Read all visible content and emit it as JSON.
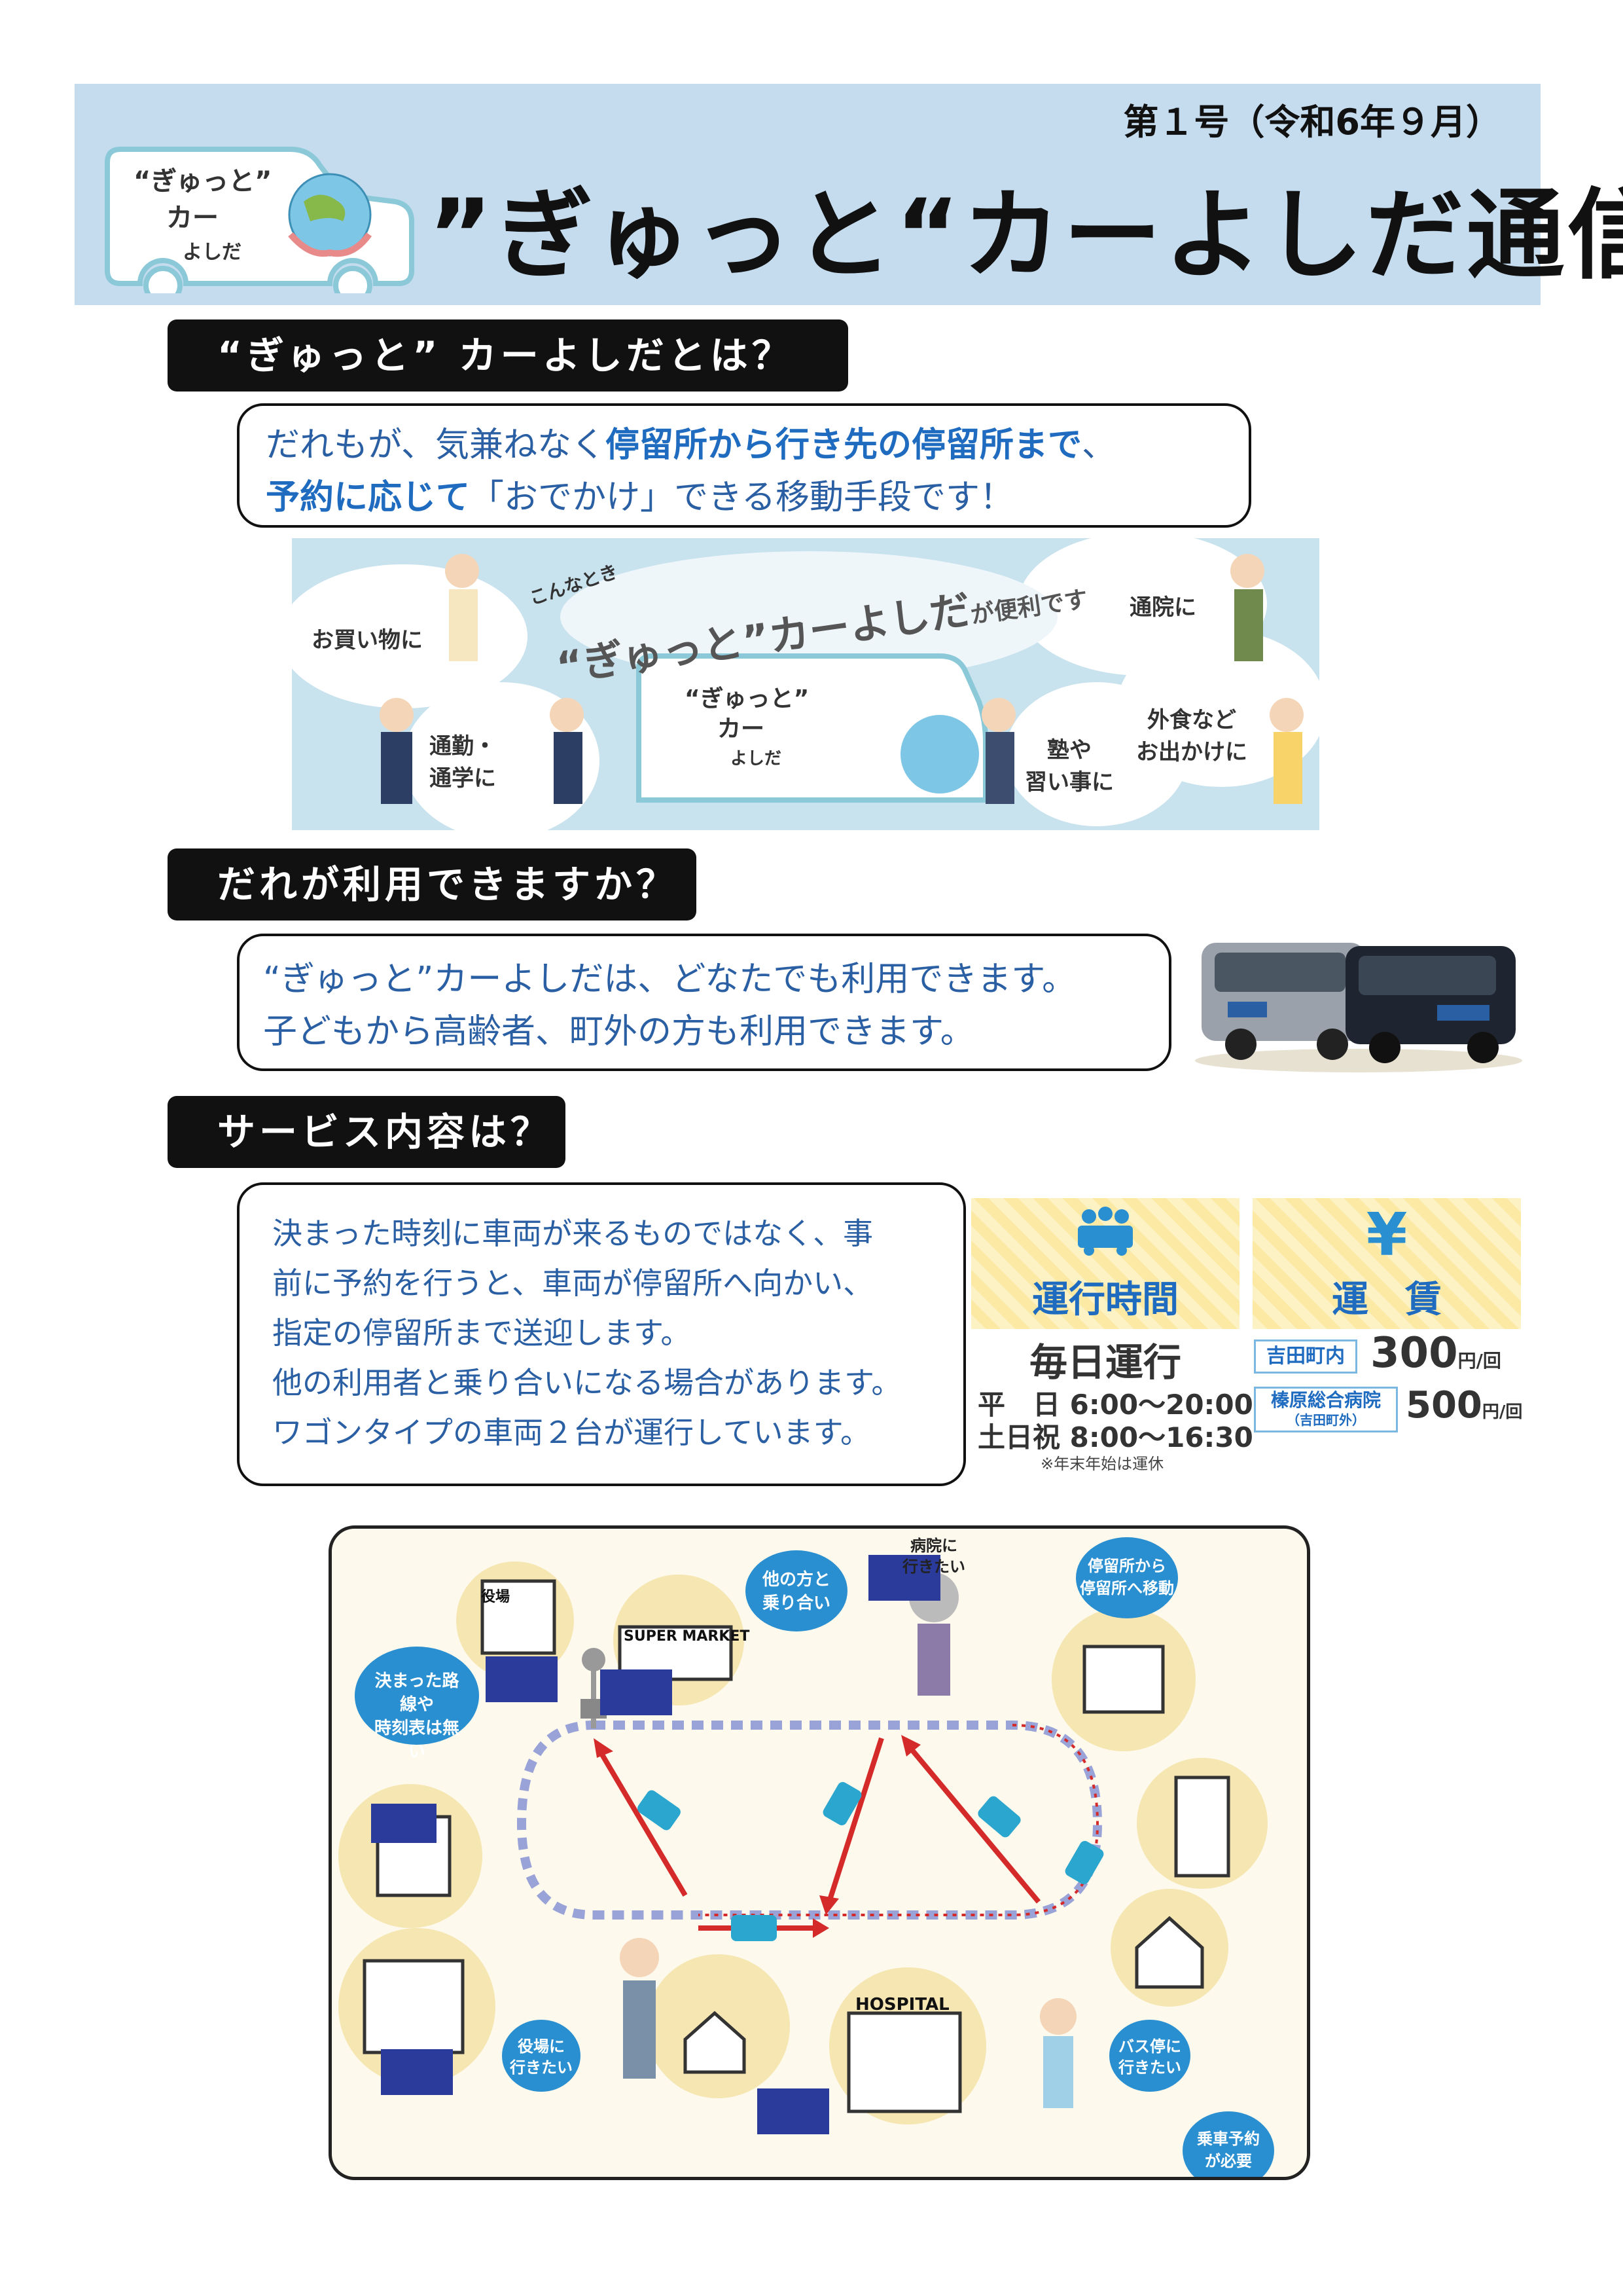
{
  "header": {
    "issue": "第１号（令和6年９月）",
    "title": "”ぎゅっと“カーよしだ通信",
    "logo": {
      "line1": "“ぎゅっと”",
      "line2": "カー",
      "line3": "よしだ"
    }
  },
  "section1": {
    "heading": "“ぎゅっと” カーよしだとは？",
    "line1_a": "だれもが、気兼ねなく",
    "line1_b": "停留所から行き先の停留所まで",
    "line1_c": "、",
    "line2_a": "予約に応じて",
    "line2_b": "「おでかけ」できる移動手段です！"
  },
  "banner": {
    "shopping": "お買い物に",
    "commute": "通勤・\n通学に",
    "konna": "こんなとき",
    "slogan_main": "“ぎゅっと”カーよしだ",
    "slogan_suffix": "が便利です",
    "hospital": "通院に",
    "juku": "塾や\n習い事に",
    "dining": "外食など\nお出かけに"
  },
  "section2": {
    "heading": "だれが利用できますか？",
    "line1": "“ぎゅっと”カーよしだは、どなたでも利用できます。",
    "line2": "子どもから高齢者、町外の方も利用できます。"
  },
  "section3": {
    "heading": "サービス内容は？",
    "lines": [
      "決まった時刻に車両が来るものではなく、事",
      "前に予約を行うと、車両が停留所へ向かい、",
      "指定の停留所まで送迎します。",
      "他の利用者と乗り合いになる場合があります。",
      "ワゴンタイプの車両２台が運行しています。"
    ]
  },
  "hours": {
    "icon": "people-in-car-icon",
    "title": "運行時間",
    "daily": "毎日運行",
    "weekday_label": "平　日",
    "weekday_time": "6:00〜20:00",
    "holiday_label": "土日祝",
    "holiday_time": "8:00〜16:30",
    "note": "※年末年始は運休"
  },
  "fare": {
    "icon": "yen-icon",
    "title": "運　賃",
    "zone1_label": "吉田町内",
    "zone1_price": "300",
    "zone1_unit": "円/回",
    "zone2_label": "榛原総合病院",
    "zone2_sub": "（吉田町外）",
    "zone2_price": "500",
    "zone2_unit": "円/回"
  },
  "map": {
    "yakuba": "役場",
    "supermarket": "SUPER MARKET",
    "hospital": "HOSPITAL",
    "bubble_no_route": "決まった路線や\n時刻表は無い",
    "bubble_share": "他の方と\n乗り合い",
    "bubble_hospital": "病院に\n行きたい",
    "bubble_stop": "停留所から\n停留所へ移動",
    "bubble_yakuba": "役場に\n行きたい",
    "bubble_busstop": "バス停に\n行きたい",
    "bubble_reserve": "乗車予約\nが必要"
  },
  "colors": {
    "header_bg": "#c5dcef",
    "accent_blue": "#1e6bc0",
    "text_blue": "#2a5fa3",
    "card_yellow": "#fdf2c4",
    "route_blue": "#9aa3d8",
    "route_red": "#d42a2a",
    "car_cyan": "#2aa6cf"
  }
}
